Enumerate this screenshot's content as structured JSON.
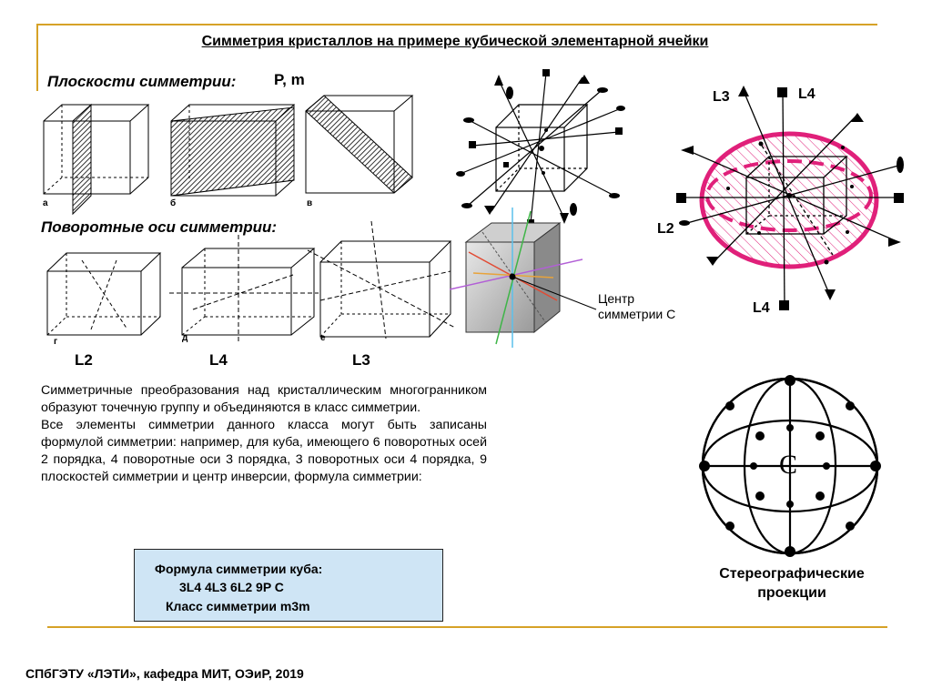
{
  "title": "Симметрия кристаллов на примере кубической элементарной ячейки",
  "planes": {
    "heading": "Плоскости симметрии:",
    "symbols": "P, m",
    "labels": [
      "а",
      "б",
      "в"
    ]
  },
  "axes": {
    "heading": "Поворотные оси симметрии:",
    "labels": [
      "г",
      "д",
      "е"
    ],
    "names": [
      "L2",
      "L4",
      "L3"
    ]
  },
  "center_label": [
    "Центр",
    "симметрии С"
  ],
  "diagram_labels": {
    "l3": "L3",
    "l4_top": "L4",
    "l2": "L2",
    "l4_bottom": "L4"
  },
  "description": {
    "p1": "Симметричные преобразования над кристаллическим многогранником образуют точечную группу и объединяются в класс симметрии.",
    "p2": "Все элементы симметрии данного класса могут быть записаны формулой симметрии: например, для куба, имеющего 6 поворотных осей 2 порядка, 4 поворотные оси 3 порядка, 3 поворотных оси 4 порядка, 9 плоскостей симметрии и центр инверсии, формула симметрии:"
  },
  "formula": {
    "line1": "Формула симметрии куба:",
    "line2": "3L4 4L3 6L2 9P C",
    "line3": "Класс симметрии m3m"
  },
  "stereo_caption": [
    "Стереографические",
    "проекции"
  ],
  "stereo_mark": "C",
  "footer": "СПбГЭТУ «ЛЭТИ», кафедра МИТ, ОЭиР, 2019",
  "colors": {
    "accent_rule": "#d6a227",
    "formula_bg": "#cfe5f5",
    "magenta": "#e0207a",
    "cube_gray": "#8a8a8a"
  }
}
